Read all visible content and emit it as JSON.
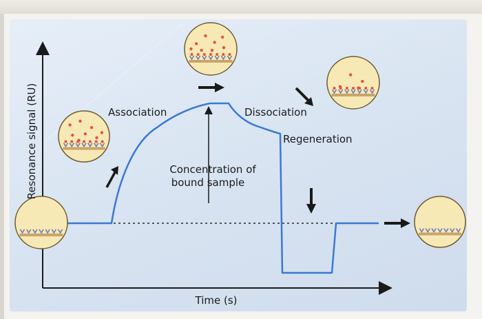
{
  "labels": {
    "association": "Association",
    "dissociation": "Dissociation",
    "regeneration": "Regeneration",
    "concentration_line1": "Concentration of",
    "concentration_line2": "bound sample",
    "y_axis": "Resonance signal (RU)",
    "x_axis": "Time (s)"
  },
  "colors": {
    "curve": "#3a78d4",
    "axis": "#1a1a1a",
    "baseline_dotted": "#555555",
    "circle_fill": "#f7e9b5",
    "circle_stroke": "#6e5a2e",
    "surface": "#c9a46a",
    "receptor": "#6f7fb8",
    "sample_dot": "#e2533c"
  },
  "icons": [
    "arrow-up-right-icon",
    "arrow-right-icon",
    "arrow-down-right-icon",
    "arrow-down-icon",
    "arrow-right-icon"
  ]
}
